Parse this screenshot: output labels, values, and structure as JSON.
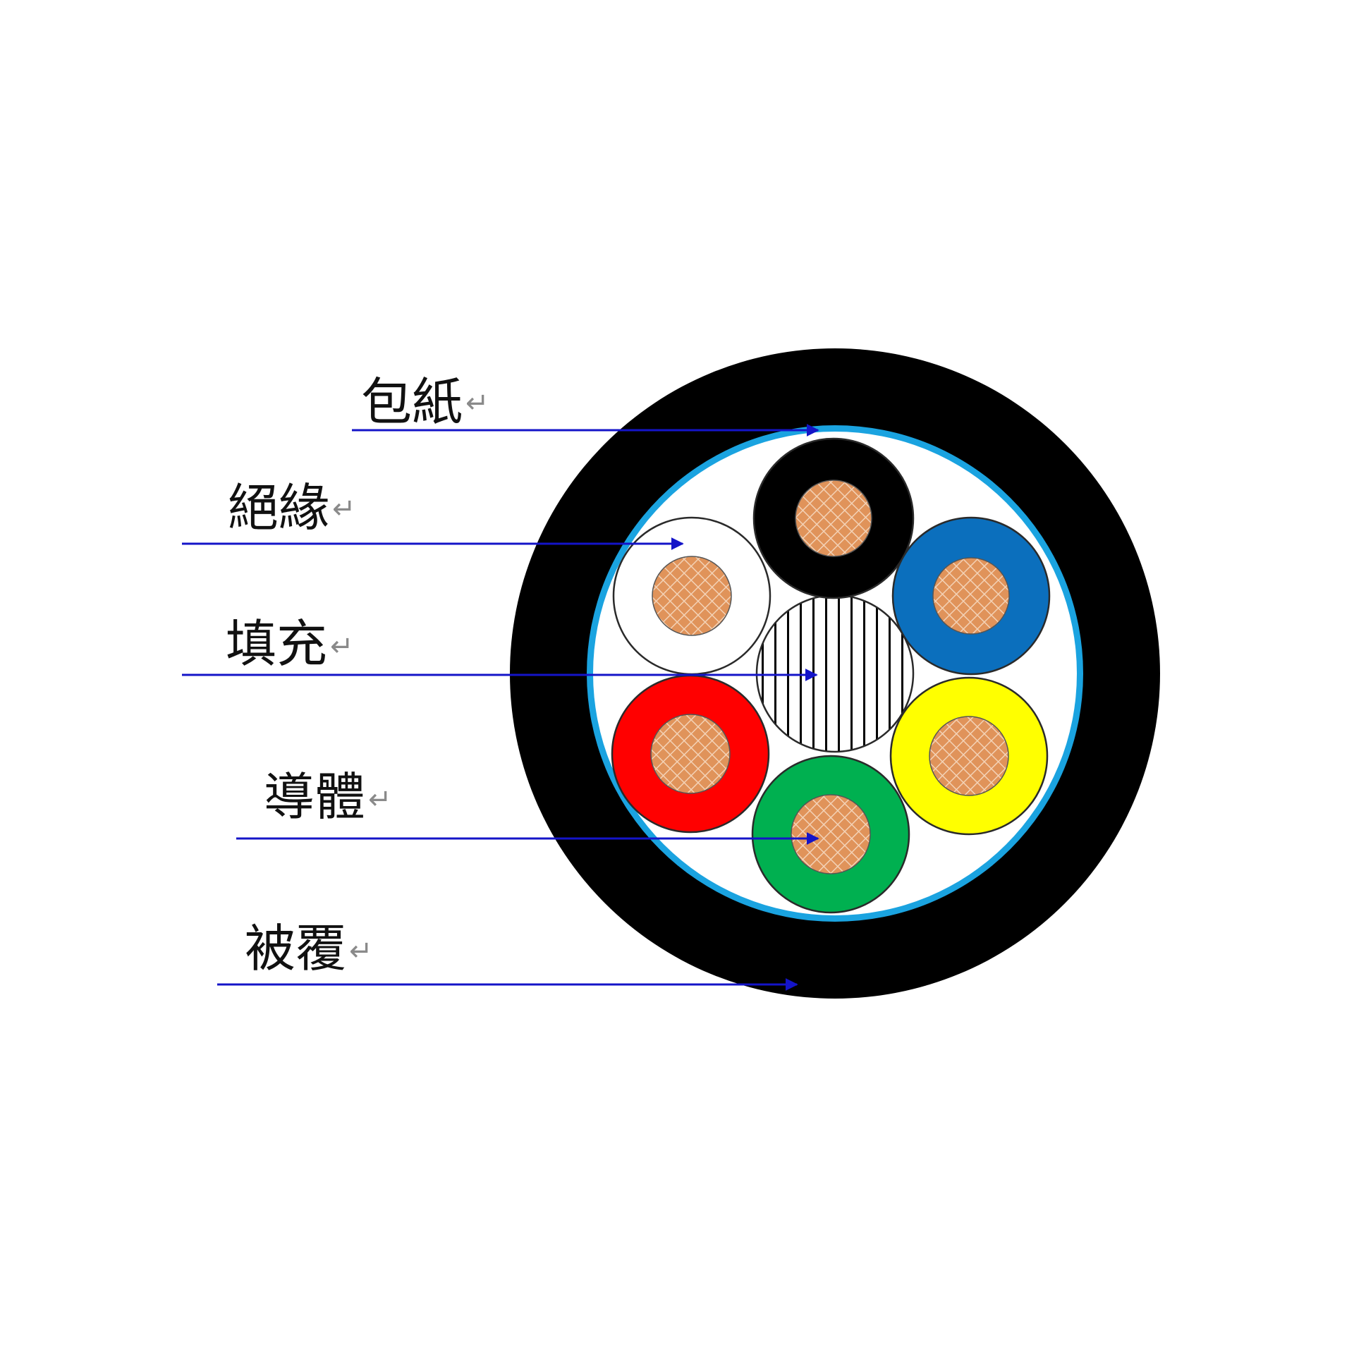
{
  "colors": {
    "background": "#ffffff",
    "jacket": "#000000",
    "wrapping_paper": "#1aa3e0",
    "inner_fill": "#ffffff",
    "arrow": "#1414c8",
    "copper": "#e0935a",
    "copper_mesh": "#f3d2b6",
    "filler_stripes": "#000000",
    "outline": "#2a2a2a"
  },
  "callouts": [
    {
      "id": "wrapping-paper",
      "label": "包紙",
      "return_mark": "↵"
    },
    {
      "id": "insulation",
      "label": "絕緣",
      "return_mark": "↵"
    },
    {
      "id": "filler",
      "label": "填充",
      "return_mark": "↵"
    },
    {
      "id": "conductor",
      "label": "導體",
      "return_mark": "↵"
    },
    {
      "id": "sheath",
      "label": "被覆",
      "return_mark": "↵"
    }
  ],
  "cores": [
    {
      "position": "top",
      "insulation_color": "#000000"
    },
    {
      "position": "upper-right",
      "insulation_color": "#0b6fbd"
    },
    {
      "position": "lower-right",
      "insulation_color": "#ffff00"
    },
    {
      "position": "bottom",
      "insulation_color": "#00b050"
    },
    {
      "position": "lower-left",
      "insulation_color": "#ff0000"
    },
    {
      "position": "upper-left",
      "insulation_color": "#ffffff"
    }
  ]
}
